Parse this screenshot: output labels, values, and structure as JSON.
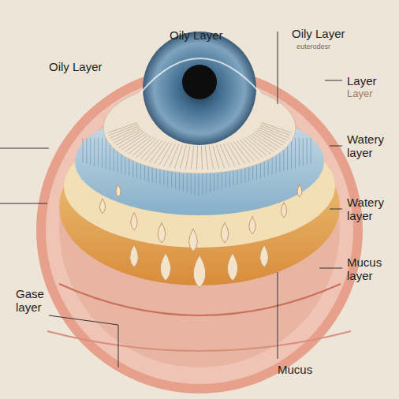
{
  "diagram": {
    "labels": [
      "Oily Layer",
      "Oily Layer",
      "euterodesr",
      "Oily Layer",
      "Layer",
      "Layer",
      "Watery layer",
      "Watery layer",
      "Mucus layer",
      "Gase layer",
      "Mucus"
    ]
  }
}
